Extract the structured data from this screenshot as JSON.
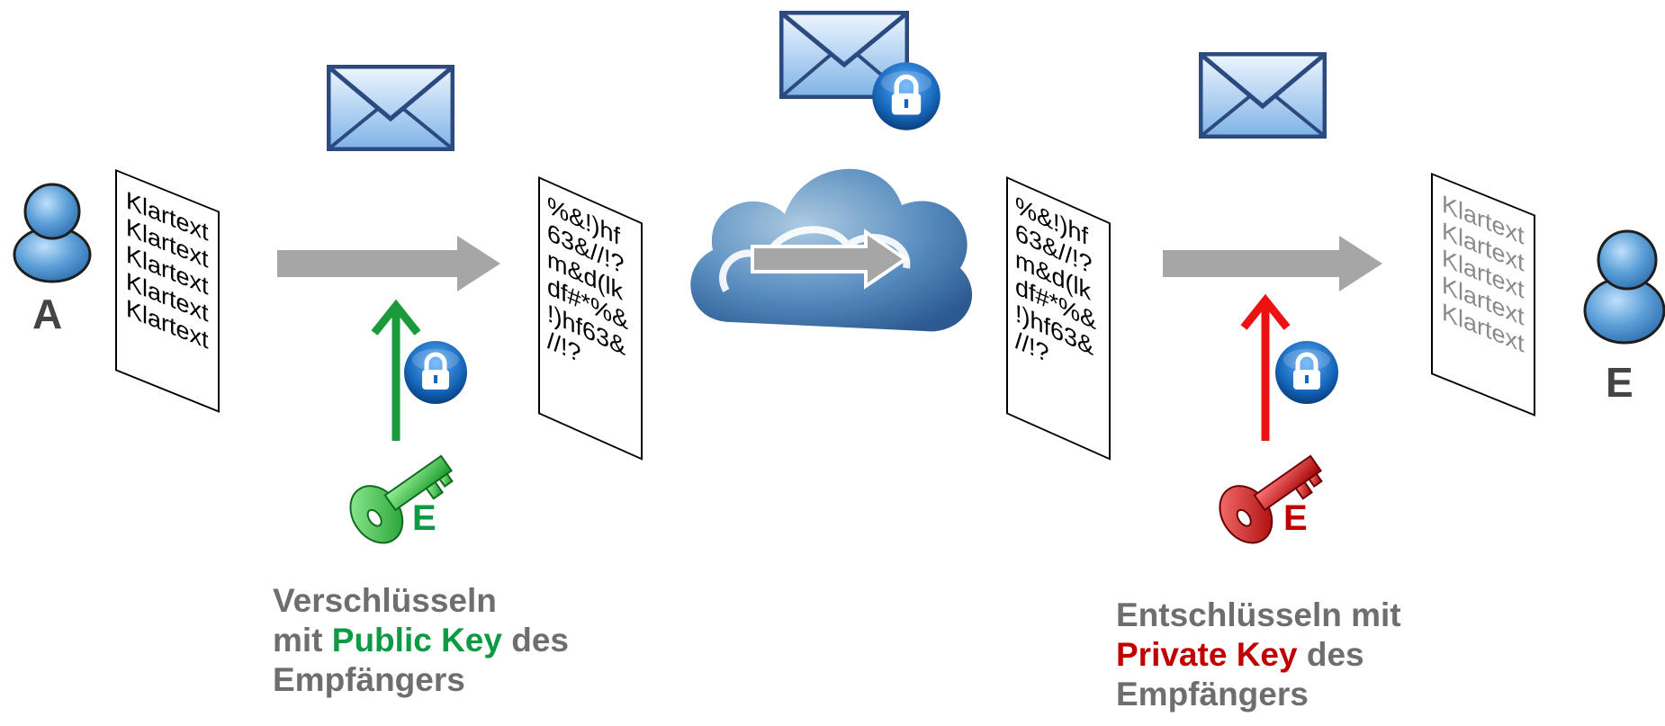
{
  "labels": {
    "sender": "A",
    "receiver": "E"
  },
  "plaintext_lines": [
    "Klartext",
    "Klartext",
    "Klartext",
    "Klartext",
    "Klartext"
  ],
  "ciphertext_lines": [
    "%&!)hf",
    "63&//!?",
    "m&d(lk",
    "df#*%&",
    "!)hf63&",
    "//!?"
  ],
  "keys": {
    "public_key_letter": "E",
    "private_key_letter": "E"
  },
  "captions": {
    "encrypt": {
      "line1": "Verschlüsseln",
      "line2_prefix": "mit ",
      "line2_highlight": "Public Key",
      "line2_suffix": " des",
      "line3": "Empfängers"
    },
    "decrypt": {
      "line1": "Entschlüsseln mit",
      "line2_highlight": "Private Key",
      "line2_suffix": " des",
      "line3": "Empfängers"
    }
  },
  "colors": {
    "public_key": "#2ec24f",
    "private_key": "#d11a1a",
    "arrow_gray": "#a6a6a6",
    "caption_gray": "#6e6e6e"
  },
  "icons": [
    "person-icon",
    "envelope-icon",
    "lock-icon",
    "cloud-icon",
    "key-icon",
    "arrow-icon"
  ]
}
